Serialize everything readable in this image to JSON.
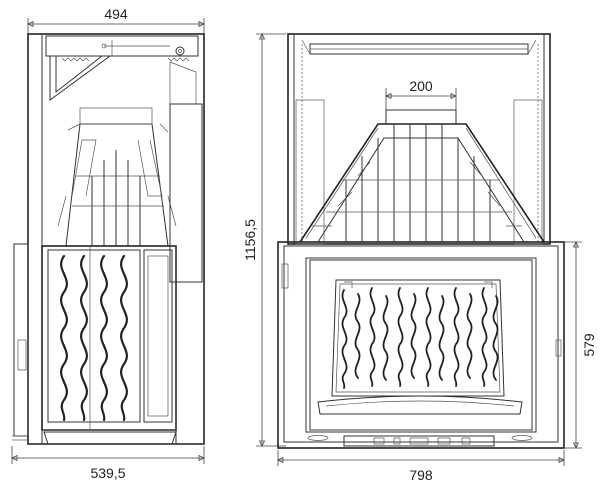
{
  "dimensions": {
    "side_top_width": "494",
    "side_bottom_width": "539,5",
    "front_height": "1156,5",
    "front_hood_width": "200",
    "front_door_height": "579",
    "front_bottom_width": "798"
  },
  "colors": {
    "line": "#333333",
    "background": "#ffffff"
  }
}
